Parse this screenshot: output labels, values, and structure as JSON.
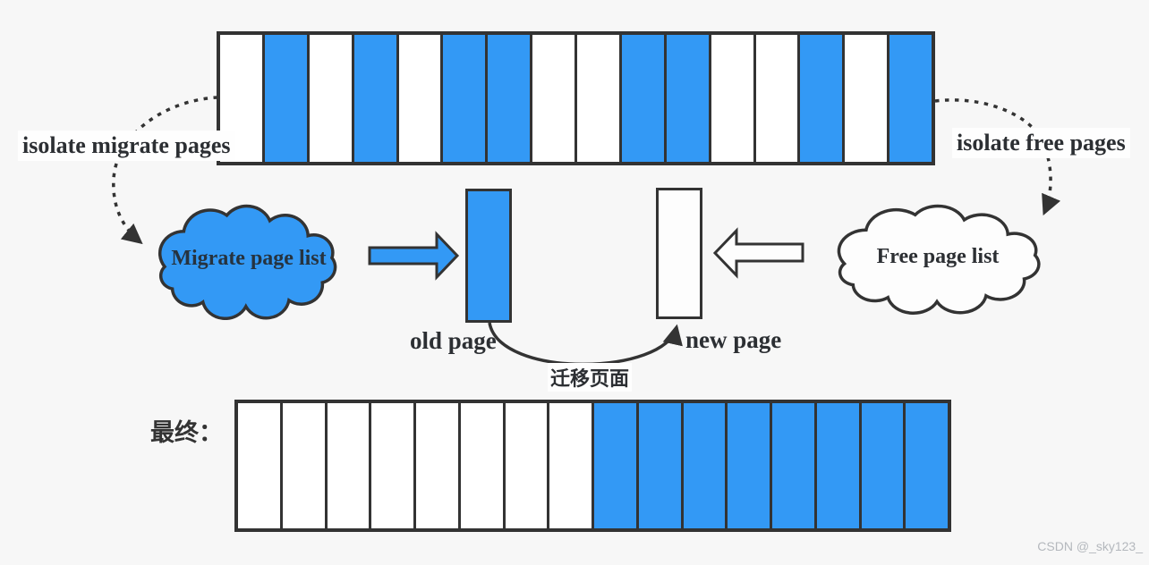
{
  "colors": {
    "bg": "#f7f7f7",
    "line": "#333333",
    "blue": "#3399f5",
    "cellwhite": "#ffffff",
    "labelbg": "#fefefe",
    "watermark": "#b4b8bd"
  },
  "memory_bar_initial": {
    "cells": [
      "white",
      "blue",
      "white",
      "blue",
      "white",
      "blue",
      "blue",
      "white",
      "white",
      "blue",
      "blue",
      "white",
      "white",
      "blue",
      "white",
      "blue"
    ]
  },
  "memory_bar_final": {
    "cells": [
      "white",
      "white",
      "white",
      "white",
      "white",
      "white",
      "white",
      "white",
      "blue",
      "blue",
      "blue",
      "blue",
      "blue",
      "blue",
      "blue",
      "blue"
    ]
  },
  "labels": {
    "isolate_migrate": "isolate migrate pages",
    "isolate_free": "isolate free pages",
    "migrate_cloud": "Migrate page list",
    "free_cloud": "Free page list",
    "old_page": "old page",
    "new_page": "new page",
    "migrate_arc": "迁移页面",
    "final": "最终："
  },
  "watermark": "CSDN @_sky123_"
}
